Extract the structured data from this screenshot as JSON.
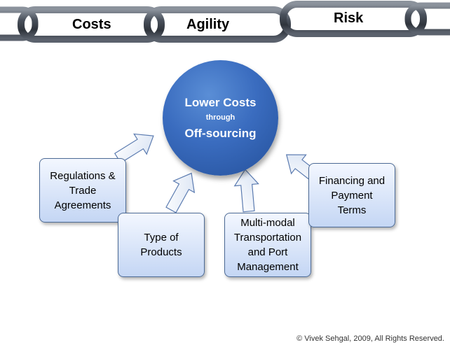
{
  "chain": {
    "links": [
      "Costs",
      "Agility",
      "Risk"
    ]
  },
  "center": {
    "title": "Lower Costs",
    "connector": "through",
    "subtitle": "Off-sourcing"
  },
  "factors": [
    {
      "label": "Regulations &\nTrade\nAgreements"
    },
    {
      "label": "Type of\nProducts"
    },
    {
      "label": "Multi-modal\nTransportation\nand Port\nManagement"
    },
    {
      "label": "Financing and\nPayment\nTerms"
    }
  ],
  "footer": {
    "copyright": "© Vivek Sehgal, 2009, All Rights Reserved."
  },
  "colors": {
    "circle": "#3a6cbf",
    "box_border": "#4d6b96",
    "arrow_fill": "#e6edf8",
    "arrow_stroke": "#5b7bb0",
    "chain": "#3f4652"
  }
}
